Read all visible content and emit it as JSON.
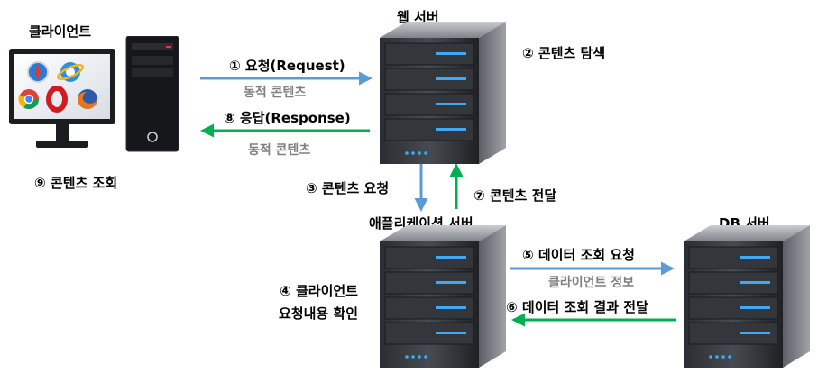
{
  "nodes": {
    "client": "클라이언트",
    "web_server": "웹 서버",
    "app_server": "애플리케이션 서버",
    "db_server": "DB 서버"
  },
  "steps": {
    "s1": "① 요청(Request)",
    "s1_sub": "동적 콘텐츠",
    "s2": "② 콘텐츠 탐색",
    "s3": "③ 콘텐츠 요청",
    "s4_line1": "④ 클라이언트",
    "s4_line2": "요청내용 확인",
    "s5": "⑤ 데이터 조회 요청",
    "s5_sub": "클라이언트 정보",
    "s6": "⑥ 데이터 조회 결과 전달",
    "s7": "⑦ 콘텐츠 전달",
    "s8": "⑧ 응답(Response)",
    "s8_sub": "동적 콘텐츠",
    "s9": "⑨ 콘텐츠 조회"
  },
  "colors": {
    "request_arrow": "#5b9bd5",
    "response_arrow": "#00b050",
    "label_gray": "#808080",
    "server_led": "#3fa9f5"
  },
  "icons": [
    "safari-icon",
    "ie-icon",
    "chrome-icon",
    "opera-icon",
    "firefox-icon"
  ]
}
